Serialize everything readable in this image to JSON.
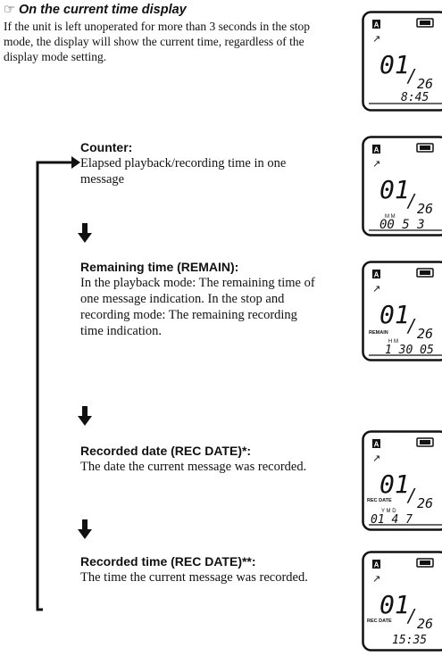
{
  "note": {
    "icon": "pointing-hand-icon",
    "title": "On the current time display",
    "body": "If the unit is left unoperated for more than 3 seconds in the stop mode, the display will show the current time, regardless of the display mode setting."
  },
  "entries": [
    {
      "title": "Counter:",
      "body": "Elapsed playback/recording time in one message"
    },
    {
      "title": "Remaining time (REMAIN):",
      "body": "In the playback mode: The remaining time of one message indication. In the stop and recording mode: The remaining recording time indication."
    },
    {
      "title": "Recorded date (REC DATE)*:",
      "body": "The date the current message was recorded."
    },
    {
      "title": "Recorded time (REC DATE)**:",
      "body": "The time the current message was recorded."
    }
  ],
  "displays": [
    {
      "folder": "A",
      "number": "01",
      "total": "26",
      "label": "",
      "bottom": "8:45"
    },
    {
      "folder": "A",
      "number": "01",
      "total": "26",
      "label": "",
      "bottom": "00 5 3",
      "units": "M    M"
    },
    {
      "folder": "A",
      "number": "01",
      "total": "26",
      "label": "REMAIN",
      "bottom": "1 30 05",
      "units": "H    M"
    },
    {
      "folder": "A",
      "number": "01",
      "total": "26",
      "label": "REC DATE",
      "bottom": "01 4 7",
      "units": "Y    M    D"
    },
    {
      "folder": "A",
      "number": "01",
      "total": "26",
      "label": "REC DATE",
      "bottom": "15:35"
    }
  ]
}
